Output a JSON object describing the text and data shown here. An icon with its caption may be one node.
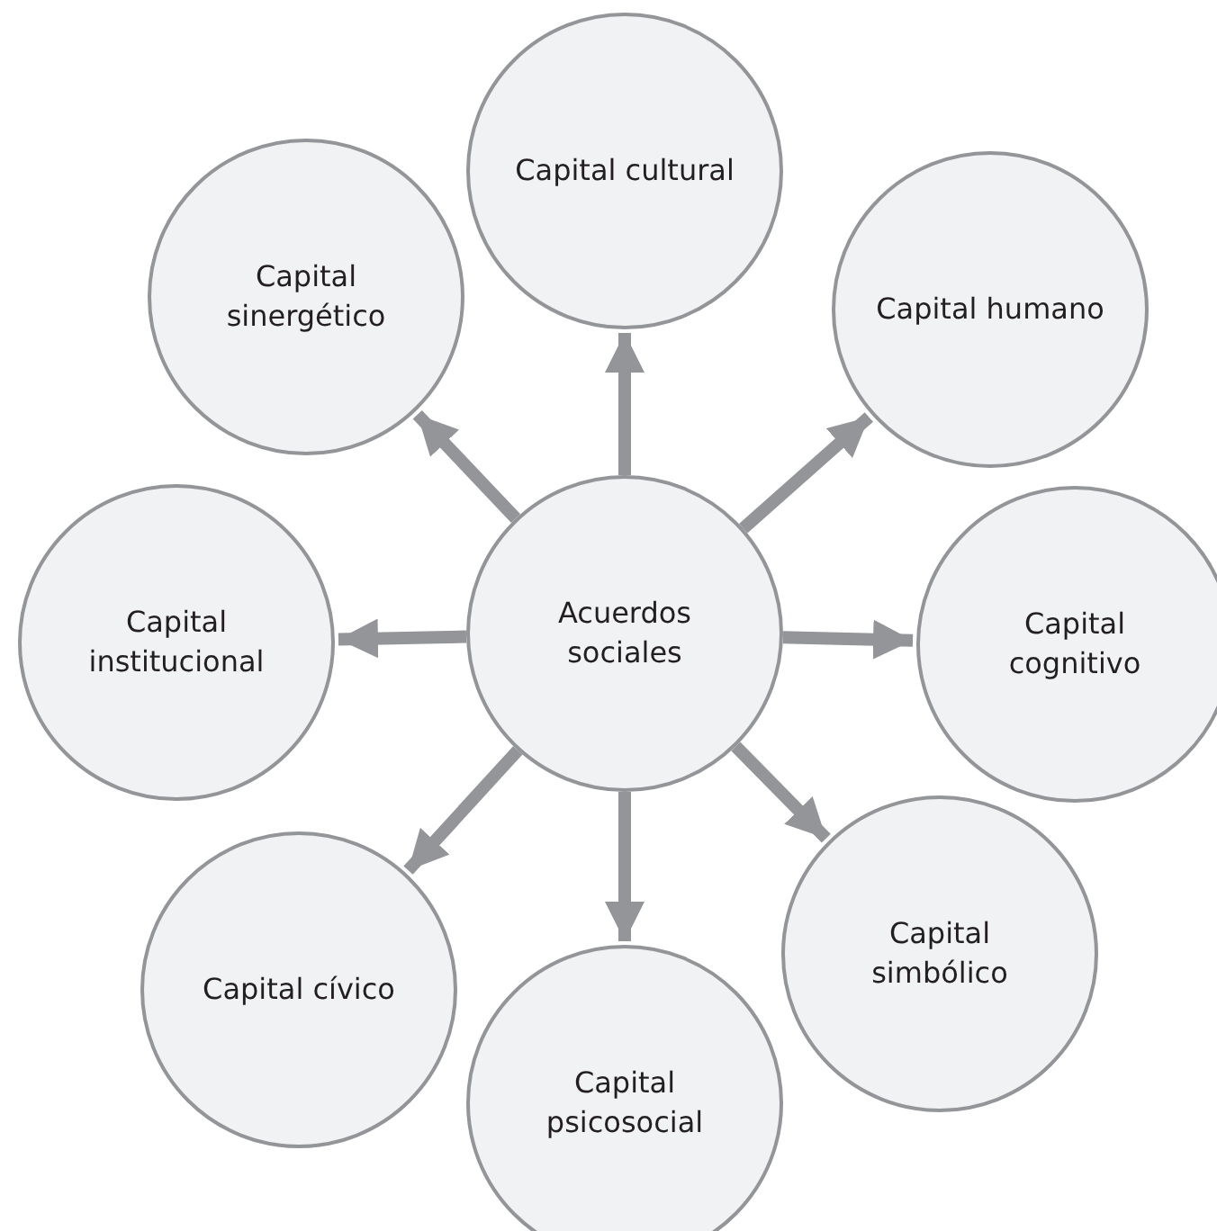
{
  "diagram": {
    "nodes": [
      {
        "text": [
          "Acuerdos sociales"
        ]
      },
      {
        "text": [
          "Capital cultural"
        ]
      },
      {
        "text": [
          "Capital humano"
        ]
      },
      {
        "text": [
          "Capital cognitivo"
        ]
      },
      {
        "text": [
          "Capital simbólico"
        ]
      },
      {
        "text": [
          "Capital psicosocial"
        ]
      },
      {
        "text": [
          "Capital cívico"
        ]
      },
      {
        "text": [
          "Capital institucional"
        ]
      },
      {
        "text": [
          "Capital sinergético"
        ]
      }
    ],
    "edges": [
      {
        "from": 0,
        "to": 1,
        "arrow": "to"
      },
      {
        "from": 0,
        "to": 2,
        "arrow": "to"
      },
      {
        "from": 0,
        "to": 3,
        "arrow": "to"
      },
      {
        "from": 0,
        "to": 4,
        "arrow": "to"
      },
      {
        "from": 0,
        "to": 5,
        "arrow": "to"
      },
      {
        "from": 0,
        "to": 6,
        "arrow": "to"
      },
      {
        "from": 0,
        "to": 7,
        "arrow": "to"
      },
      {
        "from": 0,
        "to": 8,
        "arrow": "to"
      }
    ]
  }
}
